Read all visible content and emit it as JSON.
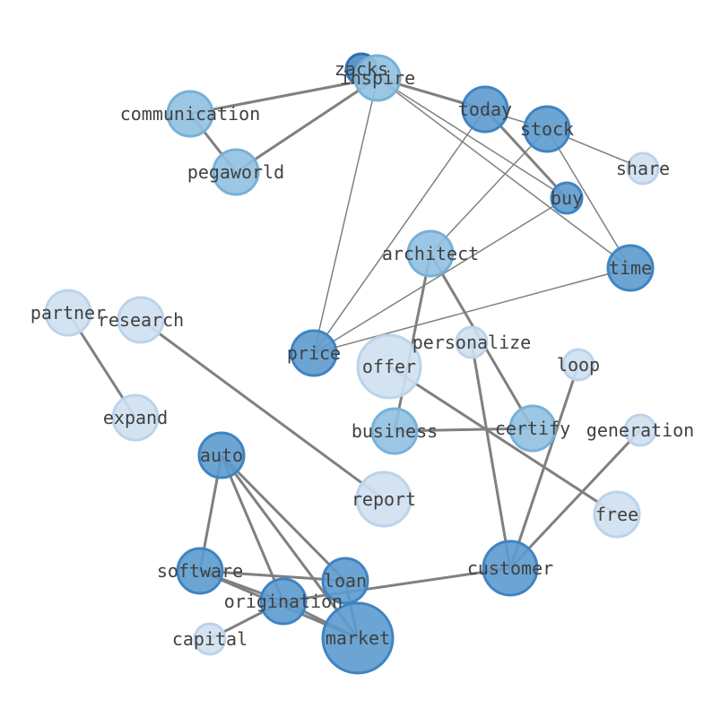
{
  "colors": {
    "edge": "#808080",
    "label": "#404040",
    "tiers": {
      "light": {
        "fill": "#cfe0f1",
        "stroke": "#bcd3ea"
      },
      "mid": {
        "fill": "#91c1e1",
        "stroke": "#78b1d8"
      },
      "dark": {
        "fill": "#5c9bcf",
        "stroke": "#3f84c2"
      },
      "darker": {
        "fill": "#4a88c6",
        "stroke": "#2f6fb0"
      }
    }
  },
  "nodes": [
    {
      "id": "zacks",
      "label": "zacks",
      "tier": "darker",
      "size": 2
    },
    {
      "id": "inspire",
      "label": "inspire",
      "tier": "mid",
      "size": 4
    },
    {
      "id": "communication",
      "label": "communication",
      "tier": "mid",
      "size": 4
    },
    {
      "id": "pegaworld",
      "label": "pegaworld",
      "tier": "mid",
      "size": 4
    },
    {
      "id": "today",
      "label": "today",
      "tier": "dark",
      "size": 4
    },
    {
      "id": "stock",
      "label": "stock",
      "tier": "dark",
      "size": 4
    },
    {
      "id": "share",
      "label": "share",
      "tier": "light",
      "size": 2
    },
    {
      "id": "buy",
      "label": "buy",
      "tier": "dark",
      "size": 2
    },
    {
      "id": "time",
      "label": "time",
      "tier": "dark",
      "size": 4
    },
    {
      "id": "architect",
      "label": "architect",
      "tier": "mid",
      "size": 4
    },
    {
      "id": "partner",
      "label": "partner",
      "tier": "light",
      "size": 4
    },
    {
      "id": "research",
      "label": "research",
      "tier": "light",
      "size": 4
    },
    {
      "id": "personalize",
      "label": "personalize",
      "tier": "light",
      "size": 2
    },
    {
      "id": "price",
      "label": "price",
      "tier": "dark",
      "size": 4
    },
    {
      "id": "offer",
      "label": "offer",
      "tier": "light",
      "size": 7
    },
    {
      "id": "loop",
      "label": "loop",
      "tier": "light",
      "size": 2
    },
    {
      "id": "expand",
      "label": "expand",
      "tier": "light",
      "size": 4
    },
    {
      "id": "business",
      "label": "business",
      "tier": "mid",
      "size": 4
    },
    {
      "id": "certify",
      "label": "certify",
      "tier": "mid",
      "size": 4
    },
    {
      "id": "generation",
      "label": "generation",
      "tier": "light",
      "size": 2
    },
    {
      "id": "auto",
      "label": "auto",
      "tier": "dark",
      "size": 4
    },
    {
      "id": "report",
      "label": "report",
      "tier": "light",
      "size": 6
    },
    {
      "id": "free",
      "label": "free",
      "tier": "light",
      "size": 4
    },
    {
      "id": "software",
      "label": "software",
      "tier": "dark",
      "size": 4
    },
    {
      "id": "loan",
      "label": "loan",
      "tier": "dark",
      "size": 4
    },
    {
      "id": "customer",
      "label": "customer",
      "tier": "dark",
      "size": 6
    },
    {
      "id": "origination",
      "label": "origination",
      "tier": "dark",
      "size": 4
    },
    {
      "id": "capital",
      "label": "capital",
      "tier": "light",
      "size": 2
    },
    {
      "id": "market",
      "label": "market",
      "tier": "dark",
      "size": 8
    }
  ],
  "edges": [
    {
      "source": "inspire",
      "target": "communication",
      "weight": 3
    },
    {
      "source": "inspire",
      "target": "pegaworld",
      "weight": 3
    },
    {
      "source": "communication",
      "target": "pegaworld",
      "weight": 3
    },
    {
      "source": "inspire",
      "target": "today",
      "weight": 3
    },
    {
      "source": "inspire",
      "target": "stock",
      "weight": 1.5
    },
    {
      "source": "inspire",
      "target": "buy",
      "weight": 1.5
    },
    {
      "source": "inspire",
      "target": "time",
      "weight": 1.5
    },
    {
      "source": "inspire",
      "target": "price",
      "weight": 1.5
    },
    {
      "source": "today",
      "target": "buy",
      "weight": 3
    },
    {
      "source": "today",
      "target": "price",
      "weight": 1.5
    },
    {
      "source": "stock",
      "target": "share",
      "weight": 1.5
    },
    {
      "source": "stock",
      "target": "time",
      "weight": 1.5
    },
    {
      "source": "stock",
      "target": "architect",
      "weight": 1.5
    },
    {
      "source": "buy",
      "target": "price",
      "weight": 1.5
    },
    {
      "source": "time",
      "target": "price",
      "weight": 1.5
    },
    {
      "source": "architect",
      "target": "business",
      "weight": 3
    },
    {
      "source": "architect",
      "target": "certify",
      "weight": 3
    },
    {
      "source": "partner",
      "target": "expand",
      "weight": 3
    },
    {
      "source": "research",
      "target": "report",
      "weight": 3
    },
    {
      "source": "personalize",
      "target": "customer",
      "weight": 3
    },
    {
      "source": "offer",
      "target": "free",
      "weight": 3
    },
    {
      "source": "business",
      "target": "certify",
      "weight": 3
    },
    {
      "source": "loop",
      "target": "customer",
      "weight": 3
    },
    {
      "source": "generation",
      "target": "customer",
      "weight": 3
    },
    {
      "source": "customer",
      "target": "origination",
      "weight": 3
    },
    {
      "source": "auto",
      "target": "software",
      "weight": 3
    },
    {
      "source": "auto",
      "target": "loan",
      "weight": 3
    },
    {
      "source": "auto",
      "target": "market",
      "weight": 3
    },
    {
      "source": "auto",
      "target": "origination",
      "weight": 3
    },
    {
      "source": "software",
      "target": "loan",
      "weight": 3
    },
    {
      "source": "software",
      "target": "origination",
      "weight": 3
    },
    {
      "source": "software",
      "target": "market",
      "weight": 3
    },
    {
      "source": "loan",
      "target": "market",
      "weight": 3
    },
    {
      "source": "origination",
      "target": "market",
      "weight": 3
    },
    {
      "source": "capital",
      "target": "origination",
      "weight": 3
    }
  ]
}
